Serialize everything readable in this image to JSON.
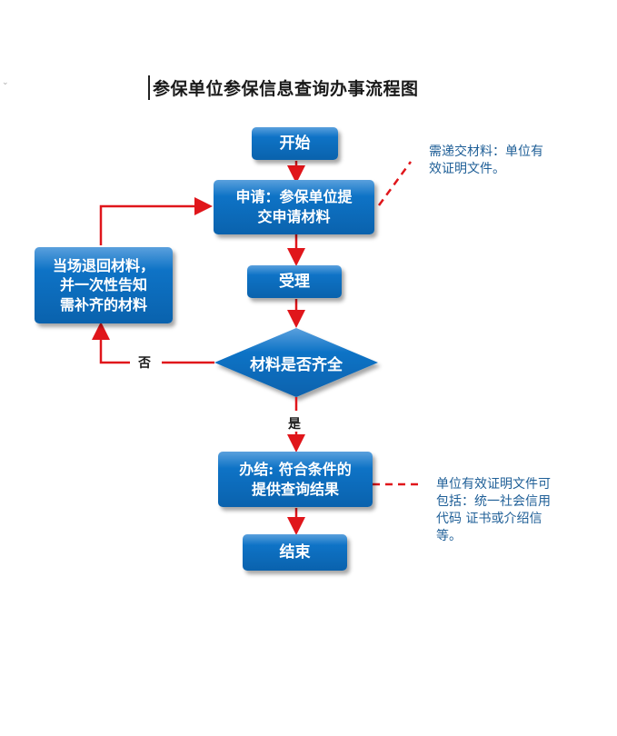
{
  "title": "参保单位参保信息查询办事流程图",
  "nodes": {
    "start": "开始",
    "apply": "申请：参保单位提\n交申请材料",
    "accept": "受理",
    "decision": "材料是否齐全",
    "complete": "办结: 符合条件的\n提供查询结果",
    "end": "结束",
    "return": "当场退回材料，\n并一次性告知\n需补齐的材料"
  },
  "labels": {
    "no": "否",
    "yes": "是"
  },
  "notes": {
    "apply_note": "需递交材料：单位有\n效证明文件。",
    "complete_note": "单位有效证明文件可\n包括：统一社会信用\n代码 证书或介绍信\n等。"
  },
  "colors": {
    "box_fill": "#0e73c6",
    "arrow": "#e0161b",
    "note_text": "#1f5f97"
  }
}
